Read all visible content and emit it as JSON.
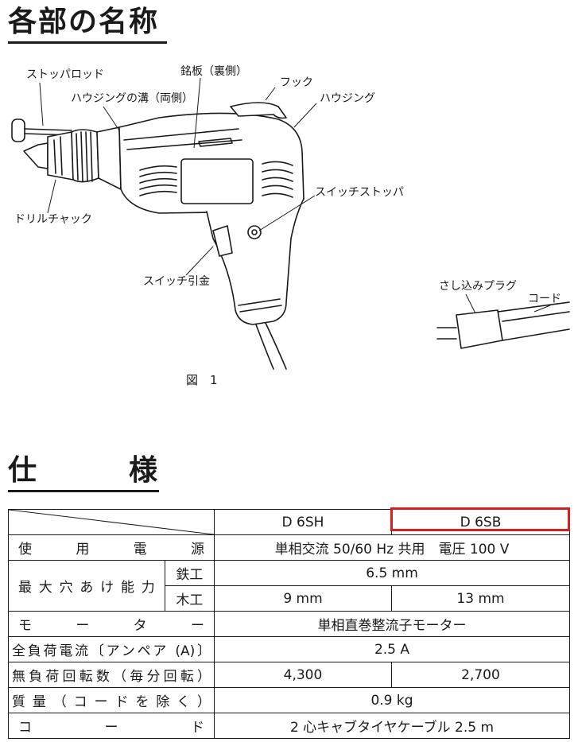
{
  "section1": {
    "title": "各部の名称"
  },
  "figure": {
    "labels": {
      "stop_rod": "ストッパロッド",
      "nameplate": "銘板（裏側）",
      "housing_groove": "ハウジングの溝（両側）",
      "hook": "フック",
      "housing": "ハウジング",
      "drill_chuck": "ドリルチャック",
      "switch_stopper": "スイッチストッパ",
      "switch_trigger": "スイッチ引金",
      "plug": "さし込みプラグ",
      "cord": "コード"
    },
    "caption": "図　1"
  },
  "section2": {
    "title_chars": [
      "仕",
      "様"
    ]
  },
  "spec_table": {
    "models": [
      "D 6SH",
      "D 6SB"
    ],
    "rows": {
      "power": {
        "label": "使用電源",
        "value": "単相交流 50/60 Hz 共用　電圧 100 V"
      },
      "capacity": {
        "label": "最大穴あけ能力",
        "steel": {
          "label": "鉄工",
          "value": "6.5 mm"
        },
        "wood": {
          "label": "木工",
          "values": [
            "9 mm",
            "13 mm"
          ]
        }
      },
      "motor": {
        "label": "モーター",
        "value": "単相直巻整流子モーター"
      },
      "current": {
        "label": "全負荷電流〔アンペア (A)〕",
        "value": "2.5 A"
      },
      "speed": {
        "label": "無負荷回転数（毎分回転）",
        "values": [
          "4,300",
          "2,700"
        ]
      },
      "mass": {
        "label": "質量（コードを除く）",
        "value": "0.9 kg"
      },
      "cord": {
        "label": "コード",
        "value": "2 心キャブタイヤケーブル 2.5 m"
      }
    }
  },
  "highlight_color": "#d42020"
}
